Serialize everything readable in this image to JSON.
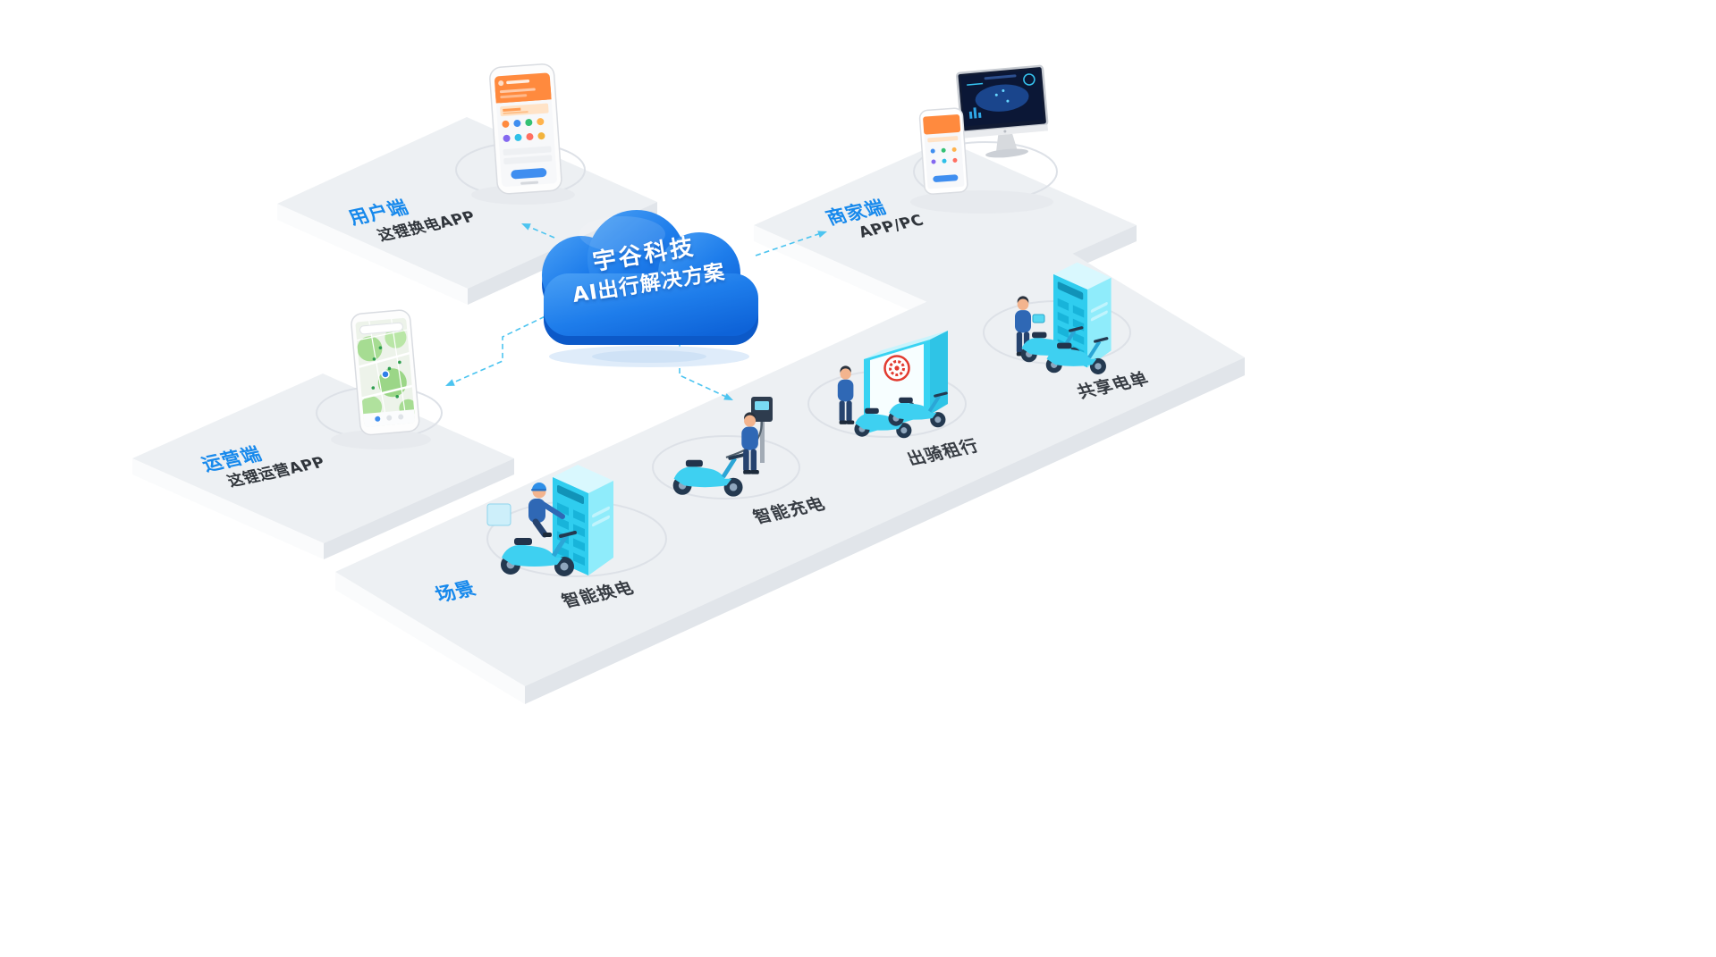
{
  "cloud": {
    "line1": "宇谷科技",
    "line2": "AI出行解决方案"
  },
  "platforms": {
    "user": {
      "title": "用户端",
      "subtitle": "这锂换电APP"
    },
    "merchant": {
      "title": "商家端",
      "subtitle": "APP/PC"
    },
    "operator": {
      "title": "运营端",
      "subtitle": "这锂运营APP"
    },
    "scene": {
      "title": "场景"
    }
  },
  "scenes": [
    {
      "id": "battery-swap",
      "label": "智能换电"
    },
    {
      "id": "smart-charging",
      "label": "智能充电"
    },
    {
      "id": "ride-rental",
      "label": "出骑租行"
    },
    {
      "id": "shared-ebike",
      "label": "共享电单"
    }
  ],
  "colors": {
    "label_blue": "#1789ec",
    "cloud_blue": "#1e7deb",
    "cloud_dark": "#0c59c8",
    "cyan": "#2fcdef",
    "arrow_cyan": "#4cc4f0",
    "platform_top": "#edf0f3",
    "text_dark": "#373c43",
    "app_orange": "#ff8a3e",
    "logo_red": "#e23b30"
  }
}
